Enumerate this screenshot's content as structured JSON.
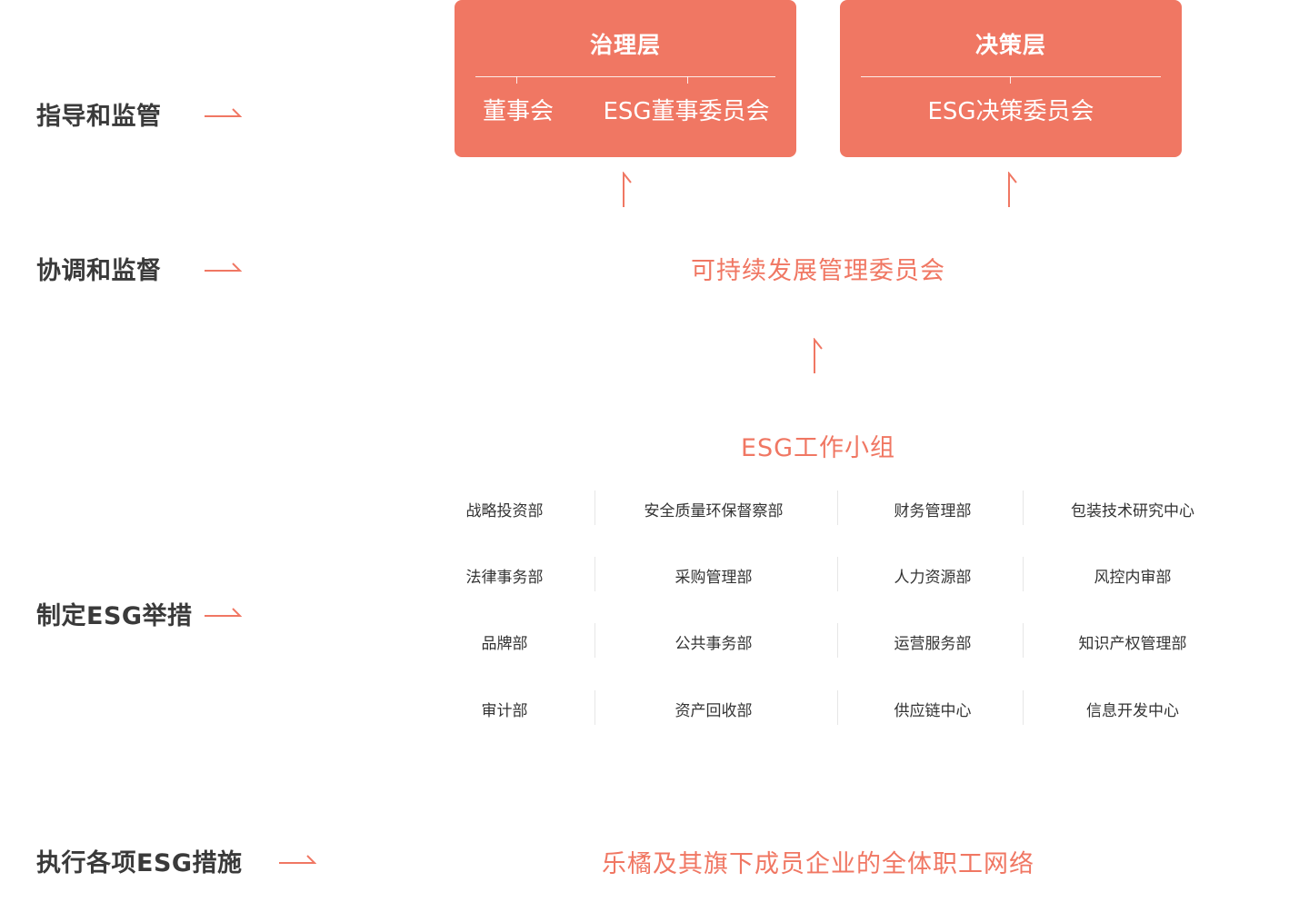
{
  "levels": [
    {
      "label": "指导和监管"
    },
    {
      "label": "协调和监督"
    },
    {
      "label": "制定ESG举措"
    },
    {
      "label": "执行各项ESG措施"
    }
  ],
  "governance": {
    "title": "治理层",
    "items": [
      "董事会",
      "ESG董事委员会"
    ]
  },
  "decision": {
    "title": "决策层",
    "items": [
      "ESG决策委员会"
    ]
  },
  "committee": "可持续发展管理委员会",
  "working_group": {
    "title": "ESG工作小组",
    "departments": [
      [
        "战略投资部",
        "安全质量环保督察部",
        "财务管理部",
        "包装技术研究中心"
      ],
      [
        "法律事务部",
        "采购管理部",
        "人力资源部",
        "风控内审部"
      ],
      [
        "品牌部",
        "公共事务部",
        "运营服务部",
        "知识产权管理部"
      ],
      [
        "审计部",
        "资产回收部",
        "供应链中心",
        "信息开发中心"
      ]
    ]
  },
  "execution": "乐橘及其旗下成员企业的全体职工网络",
  "colors": {
    "accent": "#f07763",
    "text": "#3a3a3a",
    "separator": "#e6e6e6"
  },
  "icons": {
    "flow_arrow": "right-arrow-icon",
    "up_arrow": "up-arrow-icon"
  }
}
